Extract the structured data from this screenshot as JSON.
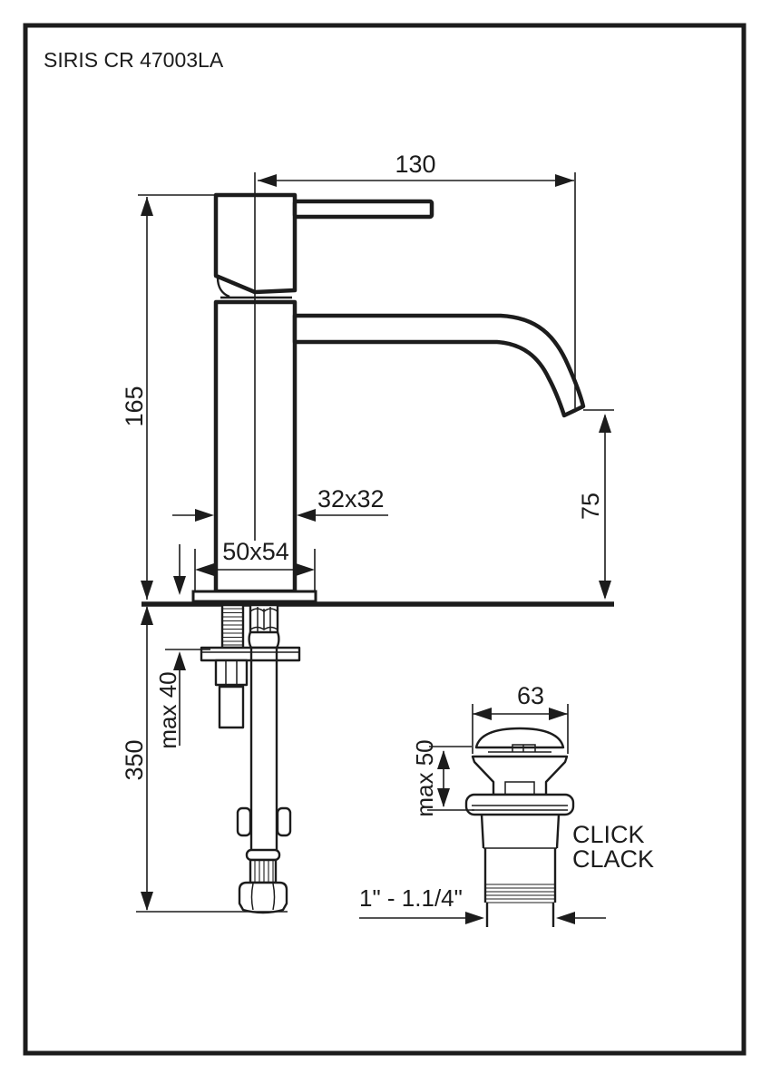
{
  "page": {
    "title": "SIRIS CR 47003LA"
  },
  "colors": {
    "ink": "#1c1c1c",
    "paper": "#ffffff"
  },
  "main_view": {
    "spout_reach": "130",
    "body_height": "165",
    "body_section": "32x32",
    "base_plate": "50x54",
    "spout_outlet_height": "75",
    "max_deck_thickness": "max 40",
    "hose_length": "350"
  },
  "waste_view": {
    "cap_diameter": "63",
    "max_basin_thickness": "max 50",
    "name_line1": "CLICK",
    "name_line2": "CLACK",
    "thread_size": "1\" - 1.1/4\""
  }
}
